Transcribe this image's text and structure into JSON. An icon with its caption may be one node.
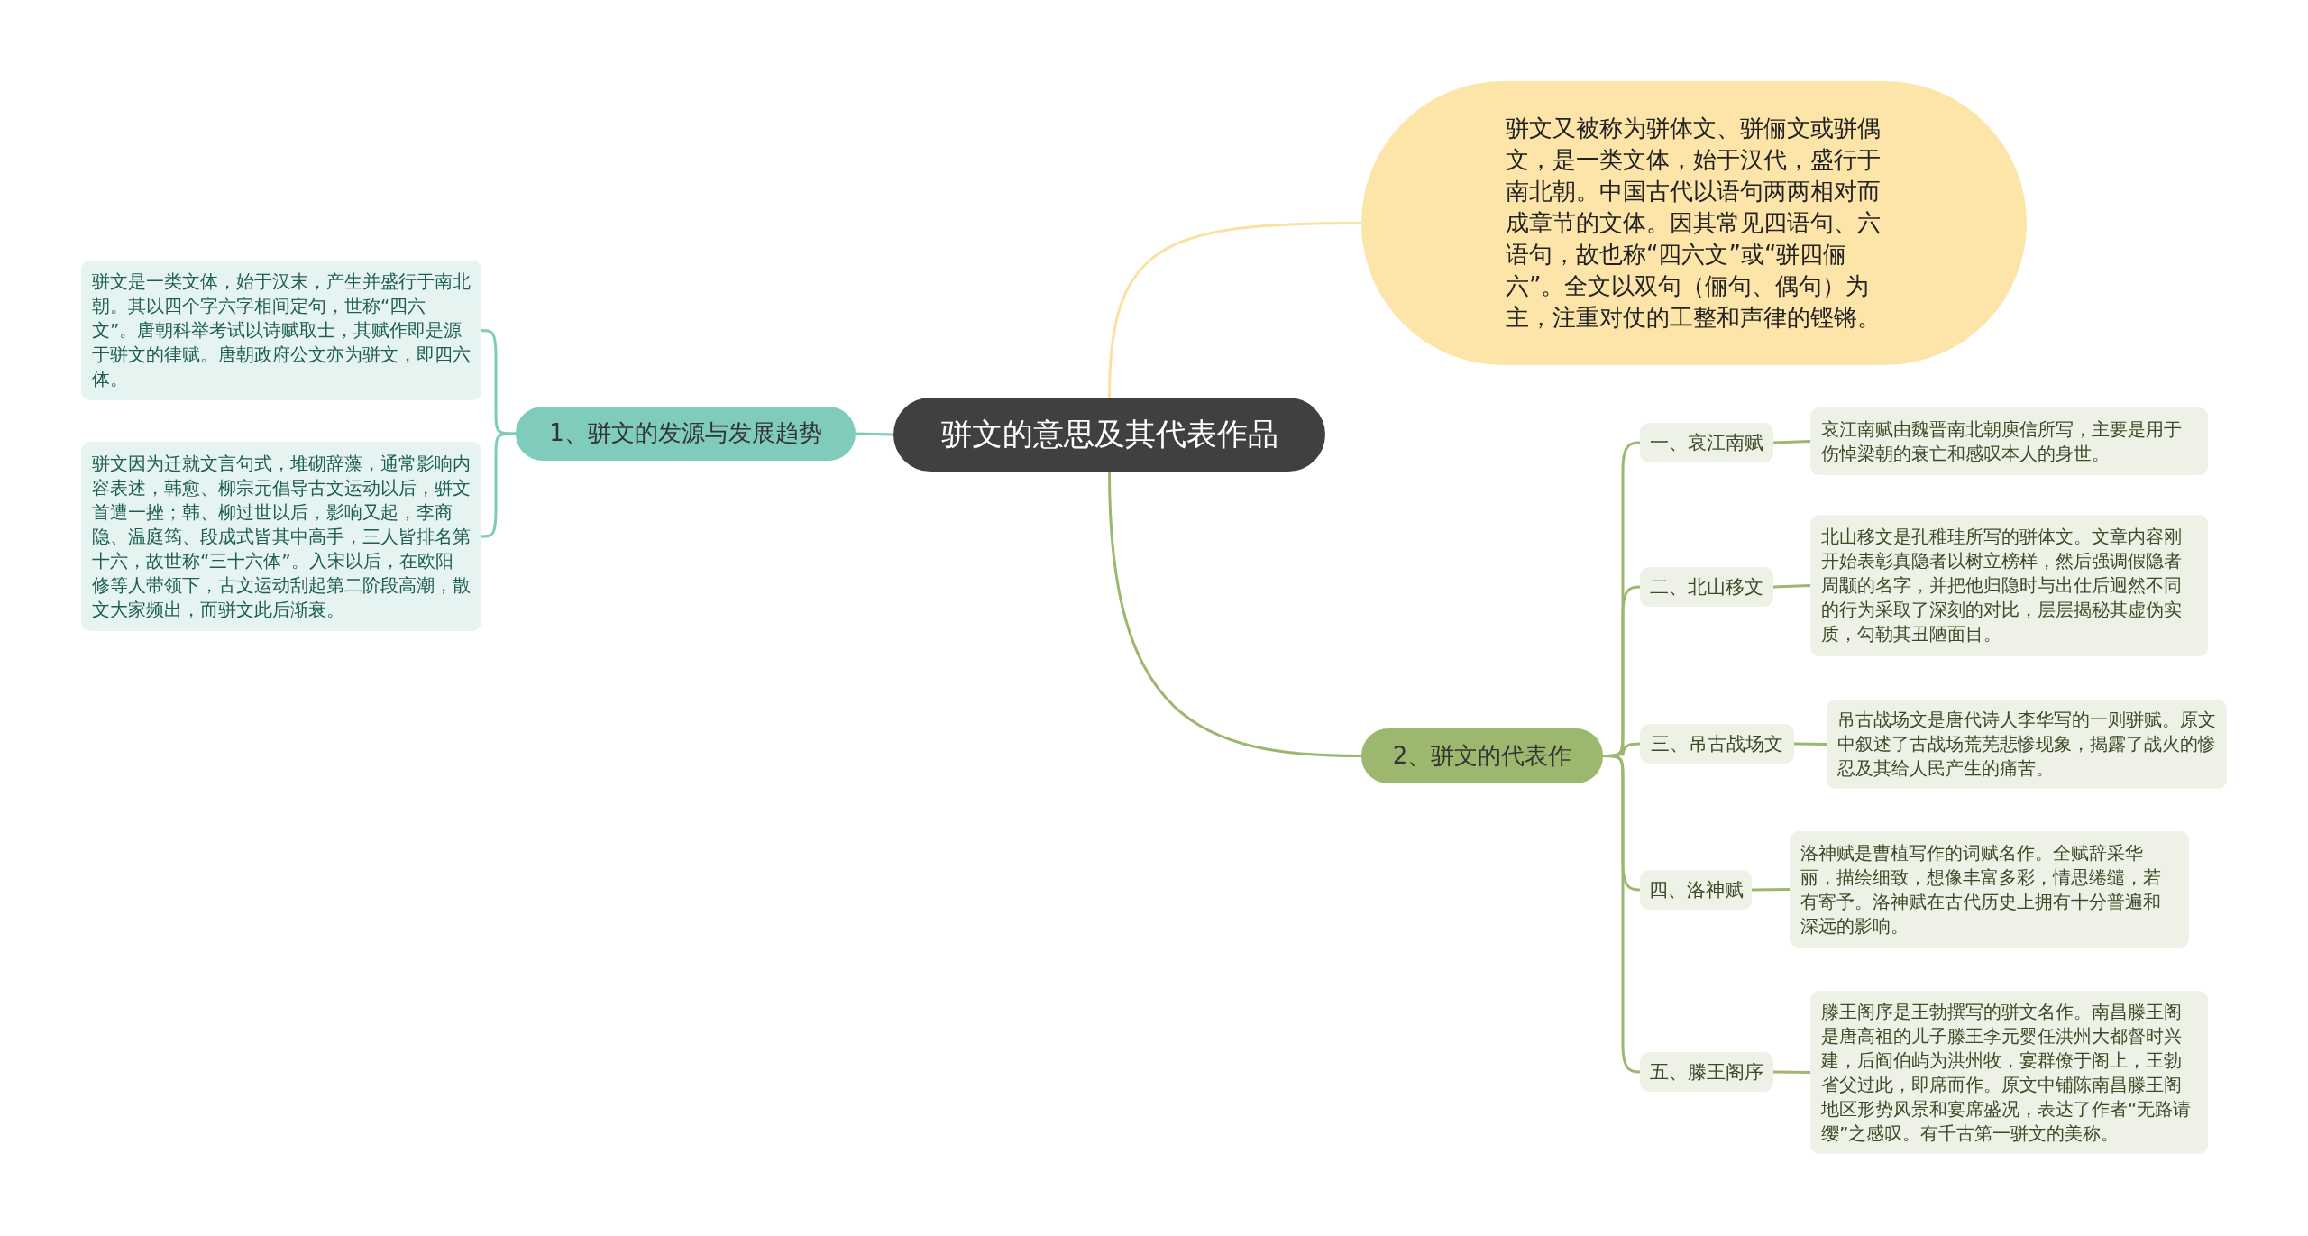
{
  "diagram": {
    "nodes": [
      {
        "text": [
          "骈文的意思及其代表作品"
        ]
      },
      {
        "text": [
          "1、骈文的发源与发展趋势"
        ]
      },
      {
        "text": [
          "骈文是一类文体，始于汉末，产生并盛行于南北朝。其以四个字六字相间定句，世称“四六文”。唐朝科举考试以诗赋取士，其赋作即是源于骈文的律赋。唐朝政府公文亦为骈文，即四六体。"
        ]
      },
      {
        "text": [
          "骈文因为迁就文言句式，堆砌辞藻，通常影响内容表述，韩愈、柳宗元倡导古文运动以后，骈文首遭一挫；韩、柳过世以后，影响又起，李商隐、温庭筠、段成式皆其中高手，三人皆排名第十六，故世称“三十六体”。入宋以后，在欧阳修等人带领下，古文运动刮起第二阶段高潮，散文大家频出，而骈文此后渐衰。"
        ]
      },
      {
        "text": [
          "骈文又被称为骈体文、骈俪文或骈偶文，是一类文体，始于汉代，盛行于南北朝。中国古代以语句两两相对而成章节的文体。因其常见四语句、六语句，故也称“四六文”或“骈四俪六”。全文以双句（俪句、偶句）为主，注重对仗的工整和声律的铿锵。"
        ]
      },
      {
        "text": [
          "2、骈文的代表作"
        ]
      },
      {
        "text": [
          "一、哀江南赋"
        ]
      },
      {
        "text": [
          "哀江南赋由魏晋南北朝庾信所写，主要是用于伤悼梁朝的衰亡和感叹本人的身世。"
        ]
      },
      {
        "text": [
          "二、北山移文"
        ]
      },
      {
        "text": [
          "北山移文是孔稚珪所写的骈体文。文章内容刚开始表彰真隐者以树立榜样，然后强调假隐者周颙的名字，并把他归隐时与出仕后迥然不同的行为采取了深刻的对比，层层揭秘其虚伪实质，勾勒其丑陋面目。"
        ]
      },
      {
        "text": [
          "三、吊古战场文"
        ]
      },
      {
        "text": [
          "吊古战场文是唐代诗人李华写的一则骈赋。原文中叙述了古战场荒芜悲惨现象，揭露了战火的惨忍及其给人民产生的痛苦。"
        ]
      },
      {
        "text": [
          "四、洛神赋"
        ]
      },
      {
        "text": [
          "洛神赋是曹植写作的词赋名作。全赋辞采华丽，描绘细致，想像丰富多彩，情思绻缱，若有寄予。洛神赋在古代历史上拥有十分普遍和深远的影响。"
        ]
      },
      {
        "text": [
          "五、滕王阁序"
        ]
      },
      {
        "text": [
          "滕王阁序是王勃撰写的骈文名作。南昌滕王阁是唐高祖的儿子滕王李元婴任洪州大都督时兴建，后阎伯屿为洪州牧，宴群僚于阁上，王勃省父过此，即席而作。原文中铺陈南昌滕王阁地区形势风景和宴席盛况，表达了作者“无路请缨”之感叹。有千古第一骈文的美称。"
        ]
      }
    ],
    "edges": [
      {
        "from": 0,
        "to": 1,
        "arrow": "none",
        "color": "#7fcbbc"
      },
      {
        "from": 1,
        "to": 2,
        "arrow": "none",
        "color": "#7fcbbc"
      },
      {
        "from": 1,
        "to": 3,
        "arrow": "none",
        "color": "#7fcbbc"
      },
      {
        "from": 0,
        "to": 4,
        "arrow": "none",
        "color": "#fbe0a0"
      },
      {
        "from": 0,
        "to": 5,
        "arrow": "none"
      },
      {
        "from": 5,
        "to": 6,
        "arrow": "none"
      },
      {
        "from": 6,
        "to": 7,
        "arrow": "none"
      },
      {
        "from": 5,
        "to": 8,
        "arrow": "none"
      },
      {
        "from": 8,
        "to": 9,
        "arrow": "none"
      },
      {
        "from": 5,
        "to": 10,
        "arrow": "none"
      },
      {
        "from": 10,
        "to": 11,
        "arrow": "none"
      },
      {
        "from": 5,
        "to": 12,
        "arrow": "none"
      },
      {
        "from": 12,
        "to": 13,
        "arrow": "none"
      },
      {
        "from": 5,
        "to": 14,
        "arrow": "none"
      },
      {
        "from": 14,
        "to": 15,
        "arrow": "none"
      }
    ]
  }
}
